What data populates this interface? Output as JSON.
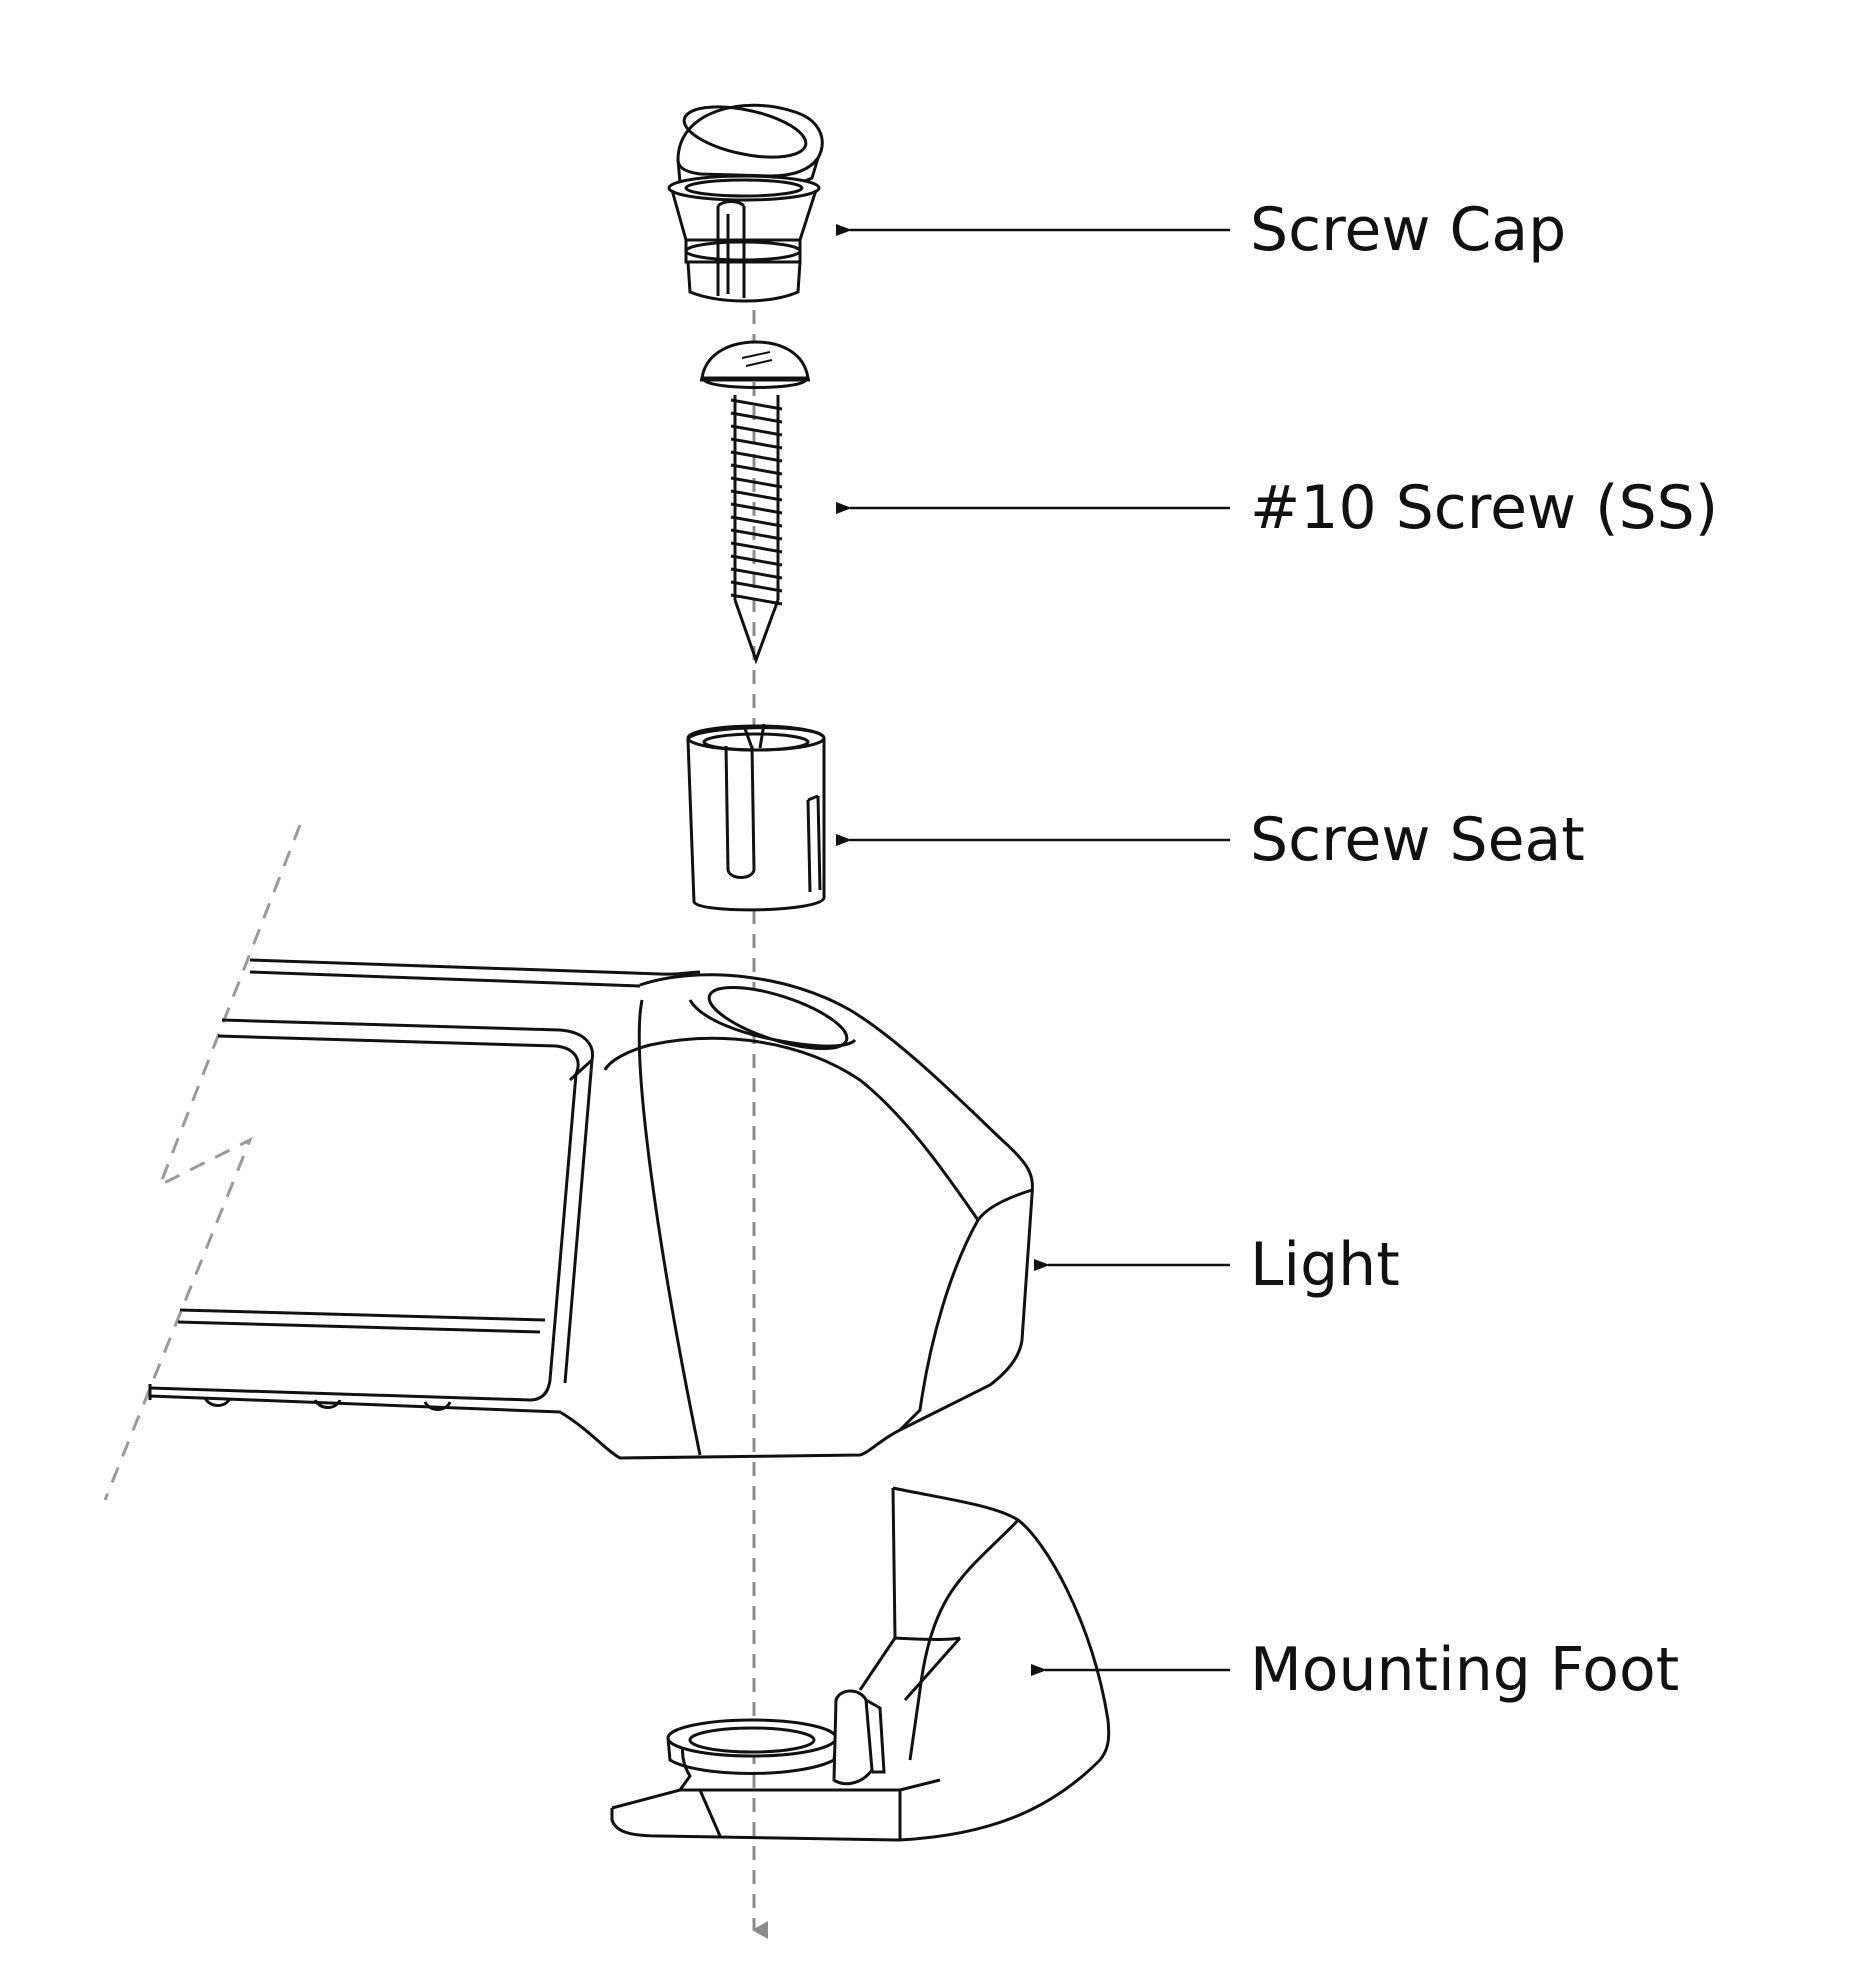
{
  "diagram": {
    "colors": {
      "line": "#111111",
      "guide": "#8c8c8c",
      "background": "#ffffff"
    },
    "callouts": [
      {
        "id": "screw-cap",
        "label": "Screw Cap"
      },
      {
        "id": "screw",
        "label": "#10 Screw (SS)"
      },
      {
        "id": "screw-seat",
        "label": "Screw Seat"
      },
      {
        "id": "light",
        "label": "Light"
      },
      {
        "id": "mounting-foot",
        "label": "Mounting Foot"
      }
    ]
  }
}
